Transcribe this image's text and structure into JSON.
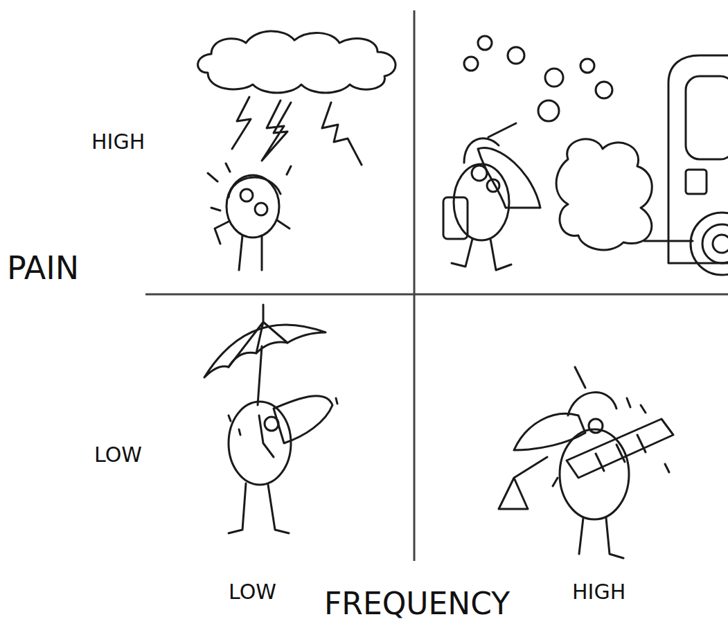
{
  "diagram": {
    "labels": [
      "HIGH",
      "PAIN",
      "LOW",
      "LOW",
      "FREQUENCY",
      "HIGH"
    ]
  }
}
